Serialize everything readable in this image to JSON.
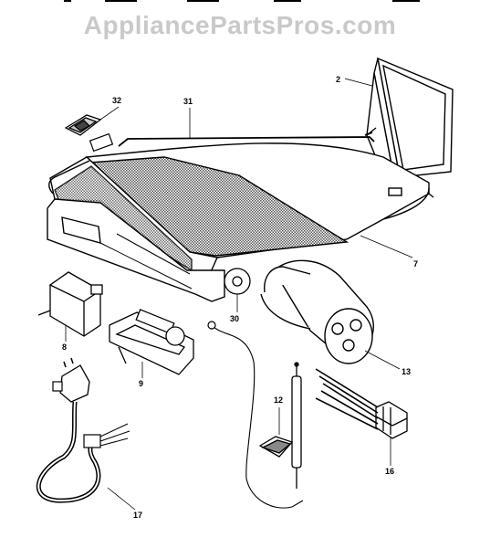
{
  "watermark": "AppliancePartsPros.com",
  "labels": {
    "p2": "2",
    "p32": "32",
    "p31": "31",
    "p7": "7",
    "p30": "30",
    "p13": "13",
    "p8": "8",
    "p9": "9",
    "p12": "12",
    "p16": "16",
    "p17": "17"
  },
  "colors": {
    "ink": "#000000",
    "watermark": "#c9c9c9",
    "mesh": "#6a6a6a"
  }
}
